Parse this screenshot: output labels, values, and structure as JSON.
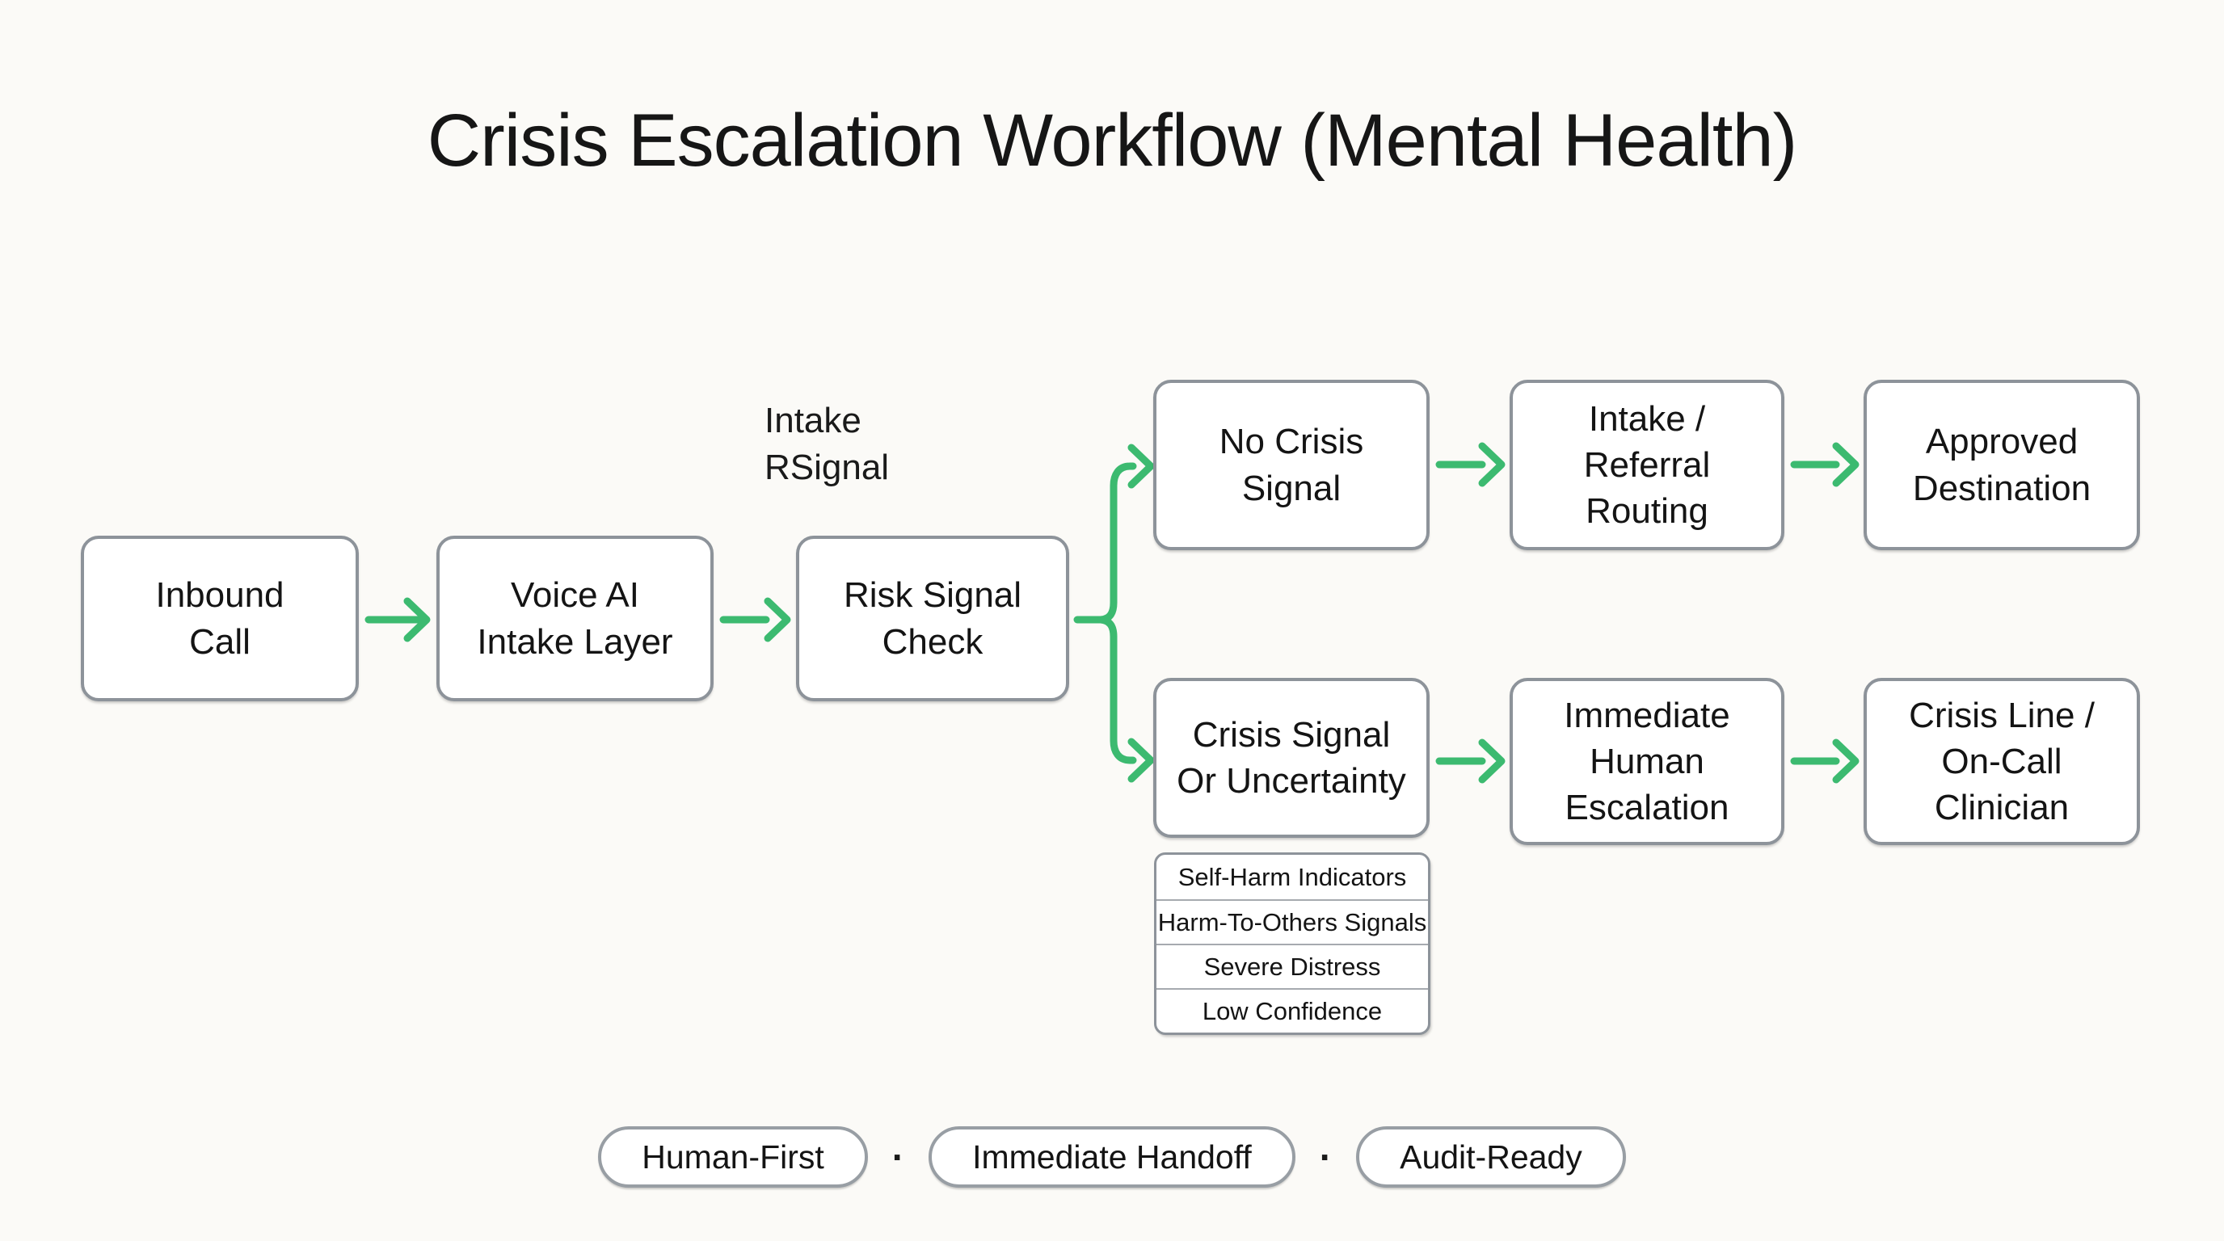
{
  "title": "Crisis Escalation Workflow (Mental Health)",
  "colors": {
    "background": "#fbfaf7",
    "node_fill": "#ffffff",
    "node_border": "#8d939a",
    "arrow": "#3cba70",
    "text": "#141414"
  },
  "nodes": {
    "inbound_call": {
      "label": "Inbound\nCall"
    },
    "voice_ai_intake": {
      "label": "Voice AI\nIntake Layer"
    },
    "risk_signal_check": {
      "label": "Risk Signal\nCheck"
    },
    "no_crisis_signal": {
      "label": "No Crisis\nSignal"
    },
    "intake_referral_routing": {
      "label": "Intake /\nReferral\nRouting"
    },
    "approved_destination": {
      "label": "Approved\nDestination"
    },
    "crisis_signal_or_uncertainty": {
      "label": "Crisis Signal\nOr Uncertainty"
    },
    "immediate_human_escalation": {
      "label": "Immediate\nHuman\nEscalation"
    },
    "crisis_line_on_call_clinician": {
      "label": "Crisis Line /\nOn-Call\nClinician"
    }
  },
  "floating_label": {
    "text": "Intake\nRSignal"
  },
  "risk_indicators": {
    "items": [
      "Self-Harm Indicators",
      "Harm-To-Others Signals",
      "Severe Distress",
      "Low Confidence"
    ]
  },
  "footer": {
    "pills": [
      "Human-First",
      "Immediate Handoff",
      "Audit-Ready"
    ],
    "separator": "·"
  }
}
